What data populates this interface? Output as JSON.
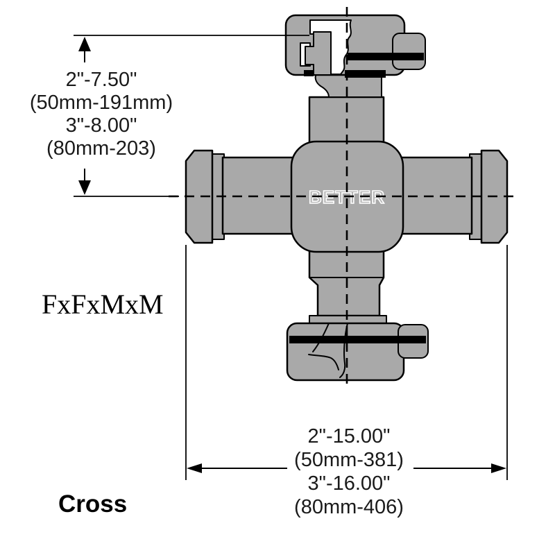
{
  "drawing": {
    "watermark": "BETTER",
    "configuration_label": "FxFxMxM",
    "product_name": "Cross"
  },
  "dimensions": {
    "height": {
      "line1": "2\"-7.50\"",
      "line2": "(50mm-191mm)",
      "line3": "3\"-8.00\"",
      "line4": "(80mm-203)"
    },
    "width": {
      "line1": "2\"-15.00\"",
      "line2": "(50mm-381)",
      "line3": "3\"-16.00\"",
      "line4": "(80mm-406)"
    }
  },
  "colors": {
    "fitting_gray": "#a9a9a9",
    "outline": "#000000",
    "background": "#ffffff",
    "text": "#1a1a1a",
    "watermark_stroke": "#ffffff"
  }
}
